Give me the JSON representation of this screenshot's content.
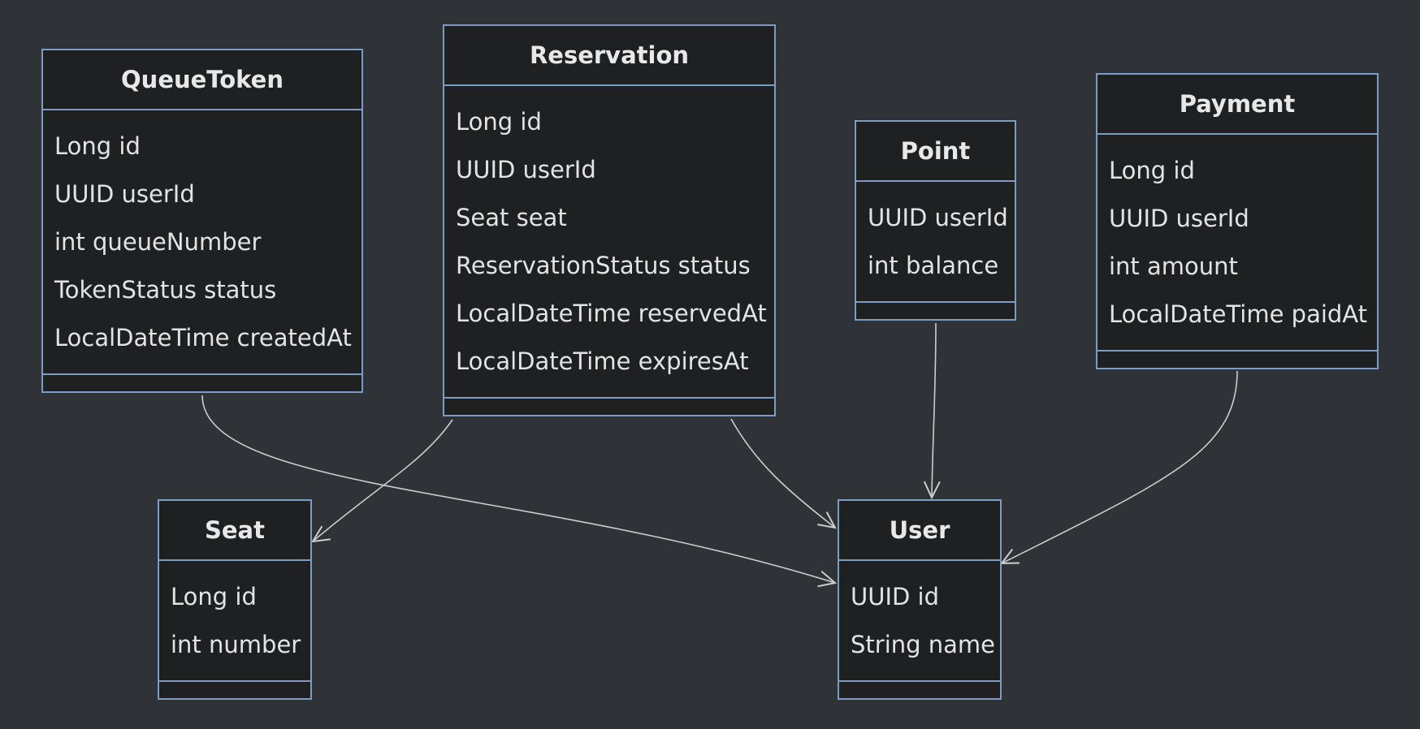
{
  "colors": {
    "background": "#2f3236",
    "box_fill": "#1f2022",
    "box_border": "#7c9cc4",
    "text": "#e3e3e3",
    "edge": "#cccccc"
  },
  "classes": [
    {
      "id": "QueueToken",
      "name": "QueueToken",
      "attributes": [
        "Long id",
        "UUID userId",
        "int queueNumber",
        "TokenStatus status",
        "LocalDateTime createdAt"
      ]
    },
    {
      "id": "Reservation",
      "name": "Reservation",
      "attributes": [
        "Long id",
        "UUID userId",
        "Seat seat",
        "ReservationStatus status",
        "LocalDateTime reservedAt",
        "LocalDateTime expiresAt"
      ]
    },
    {
      "id": "Point",
      "name": "Point",
      "attributes": [
        "UUID userId",
        "int balance"
      ]
    },
    {
      "id": "Payment",
      "name": "Payment",
      "attributes": [
        "Long id",
        "UUID userId",
        "int amount",
        "LocalDateTime paidAt"
      ]
    },
    {
      "id": "Seat",
      "name": "Seat",
      "attributes": [
        "Long id",
        "int number"
      ]
    },
    {
      "id": "User",
      "name": "User",
      "attributes": [
        "UUID id",
        "String name"
      ]
    }
  ],
  "relations": [
    {
      "from": "QueueToken",
      "to": "User"
    },
    {
      "from": "Reservation",
      "to": "Seat"
    },
    {
      "from": "Reservation",
      "to": "User"
    },
    {
      "from": "Point",
      "to": "User"
    },
    {
      "from": "Payment",
      "to": "User"
    }
  ]
}
